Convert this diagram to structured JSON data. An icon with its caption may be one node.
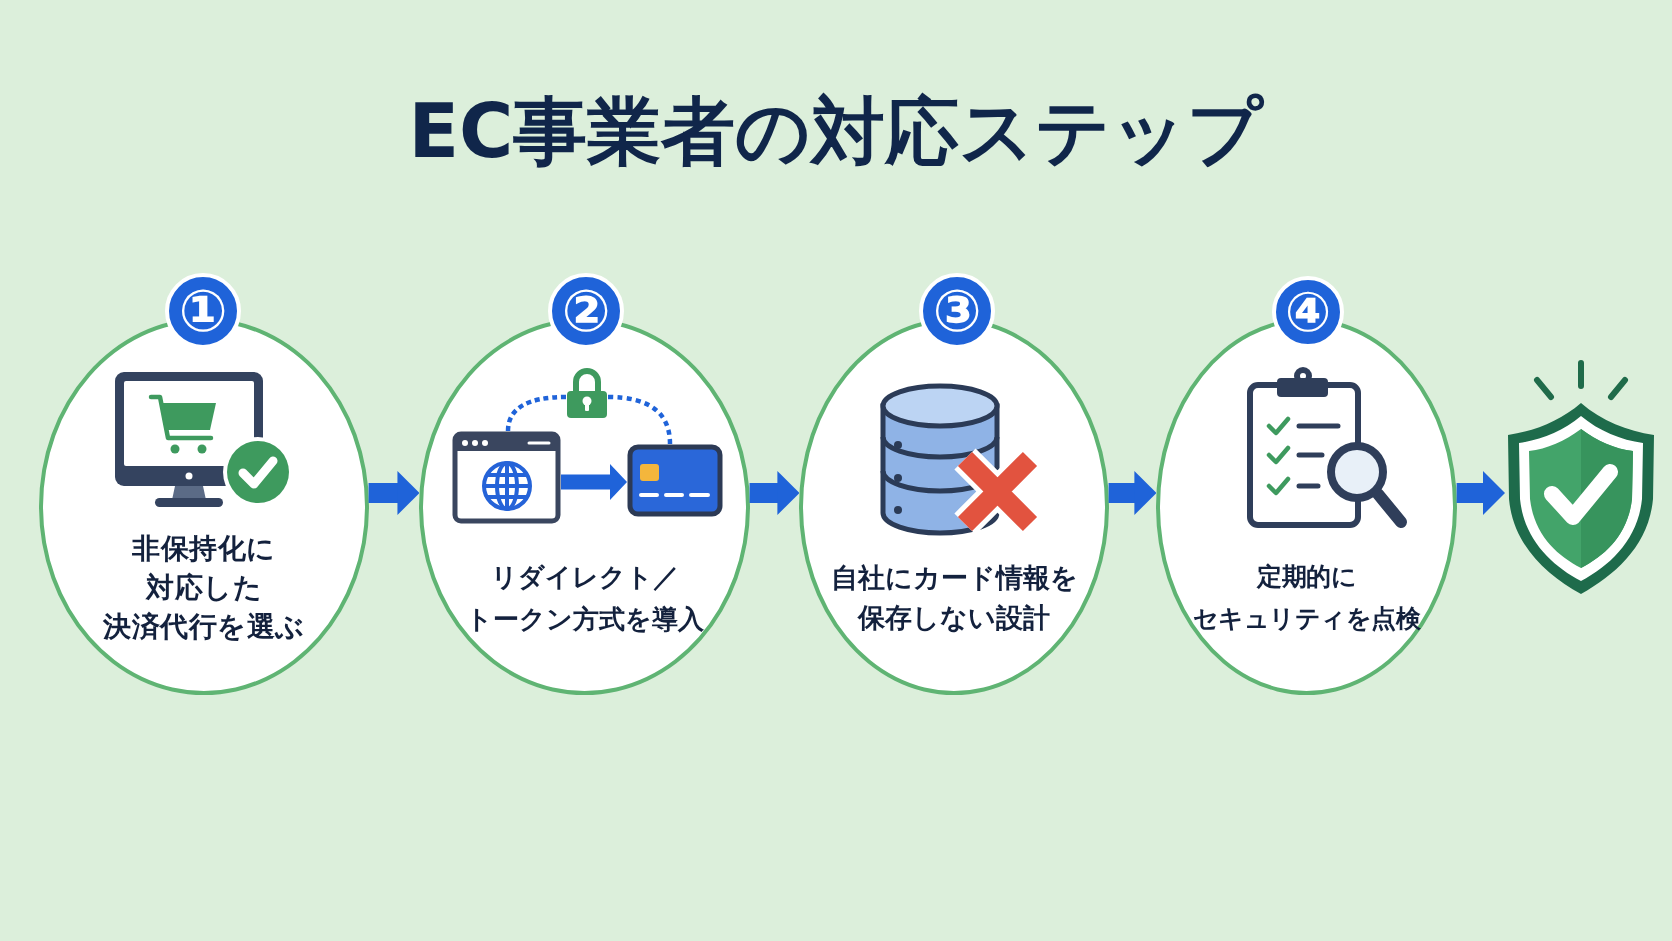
{
  "diagram": {
    "title": "EC事業者の対応ステップ",
    "nodes": [
      {
        "text": [
          "①"
        ]
      },
      {
        "text": [
          "非保持化に対応した決済代行を選ぶ"
        ]
      },
      {
        "text": [
          "②"
        ]
      },
      {
        "text": [
          "リダイレクト／トークン方式を導入"
        ]
      },
      {
        "text": [],
        "shape": "picture",
        "in": 3
      },
      {
        "text": [],
        "shape": "picture",
        "in": 3
      },
      {
        "text": [],
        "shape": "picture",
        "in": 3
      },
      {
        "text": [
          "③"
        ]
      },
      {
        "text": [
          "自社にカード情報を保存しない設計"
        ]
      },
      {
        "text": [
          "④"
        ]
      },
      {
        "text": [
          "定期的にセキュリティを点検"
        ]
      },
      {
        "text": [],
        "shape": "picture"
      }
    ],
    "edges": [
      {
        "from": 1,
        "to": 3,
        "arrow": "to"
      },
      {
        "from": 4,
        "to": 5,
        "arrow": "none",
        "style": "dashed"
      },
      {
        "from": 5,
        "to": 6,
        "arrow": "none",
        "style": "dashed"
      },
      {
        "from": 4,
        "to": 6,
        "arrow": "to"
      },
      {
        "from": 3,
        "to": 8,
        "arrow": "to"
      },
      {
        "from": 8,
        "to": 10,
        "arrow": "to"
      },
      {
        "from": 10,
        "to": 11,
        "arrow": "to"
      }
    ]
  }
}
